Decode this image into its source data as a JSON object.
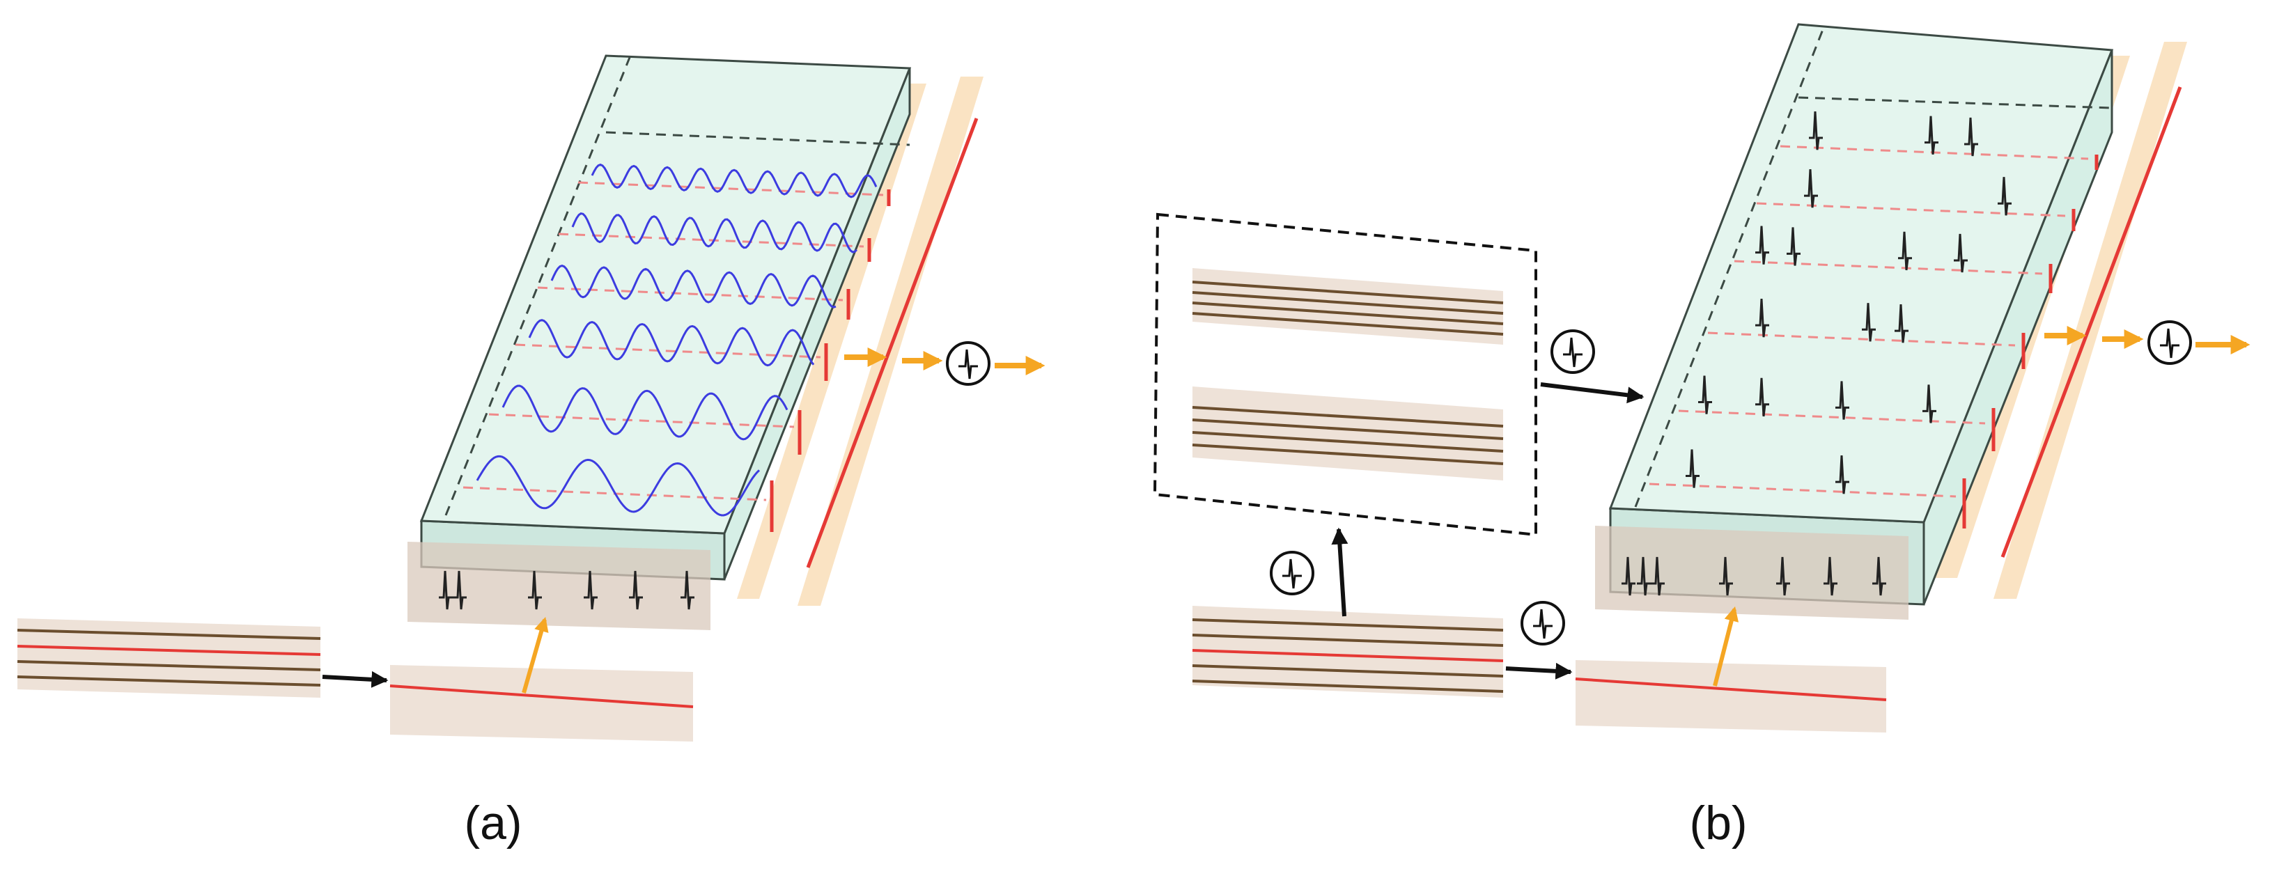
{
  "panels": [
    {
      "id": "a",
      "label": "(a)"
    },
    {
      "id": "b",
      "label": "(b)"
    }
  ],
  "colors": {
    "box_fill": "#e4f5ee",
    "box_side": "#cdece1",
    "box_edge": "#3c4a44",
    "strip_tan": "#eee2d8",
    "strip_dark": "#e0cfc2",
    "strip_orange": "#fae3c3",
    "red": "#e53935",
    "dashed_red": "#ef8a8a",
    "brown": "#6b4e2e",
    "wave_blue": "#3c3ce0",
    "arrow_orange": "#f5a623",
    "arrow_black": "#111111"
  },
  "icons": [
    "spike-clock-icon"
  ]
}
